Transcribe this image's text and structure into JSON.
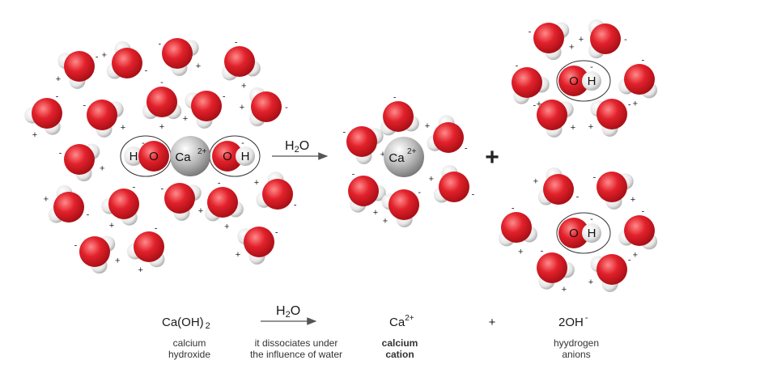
{
  "colors": {
    "oxygen": "#e2212b",
    "hydrogen": "#e8e8e8",
    "calcium": "#a9a9a9",
    "ring": "#333333",
    "arrow": "#555555",
    "text": "#1a1a1a"
  },
  "atoms": {
    "hydrogen": "H",
    "oxygen": "O",
    "calcium": "Ca",
    "calcium_charge": "2+",
    "minus": "-",
    "plus": "+"
  },
  "reaction_arrow": {
    "label_main": "H",
    "label_sub": "2",
    "label_tail": "O"
  },
  "plus_operator": "+",
  "equation": {
    "reactant_main": "Ca(OH)",
    "reactant_sub": "2",
    "arrow_main": "H",
    "arrow_sub": "2",
    "arrow_tail": "O",
    "cation_main": "Ca",
    "cation_sup": "2+",
    "operator": "+",
    "anion_main": "2OH",
    "anion_sup": "-"
  },
  "captions": {
    "reactant_line1": "calcium",
    "reactant_line2": "hydroxide",
    "arrow_line1": "it dissociates under",
    "arrow_line2": "the influence of water",
    "cation_line1": "calcium",
    "cation_line2": "cation",
    "anion_line1": "hyydrogen",
    "anion_line2": "anions"
  },
  "icons": [
    "water-molecule-icon",
    "calcium-ion-icon",
    "hydroxide-ion-icon",
    "arrow-icon"
  ]
}
